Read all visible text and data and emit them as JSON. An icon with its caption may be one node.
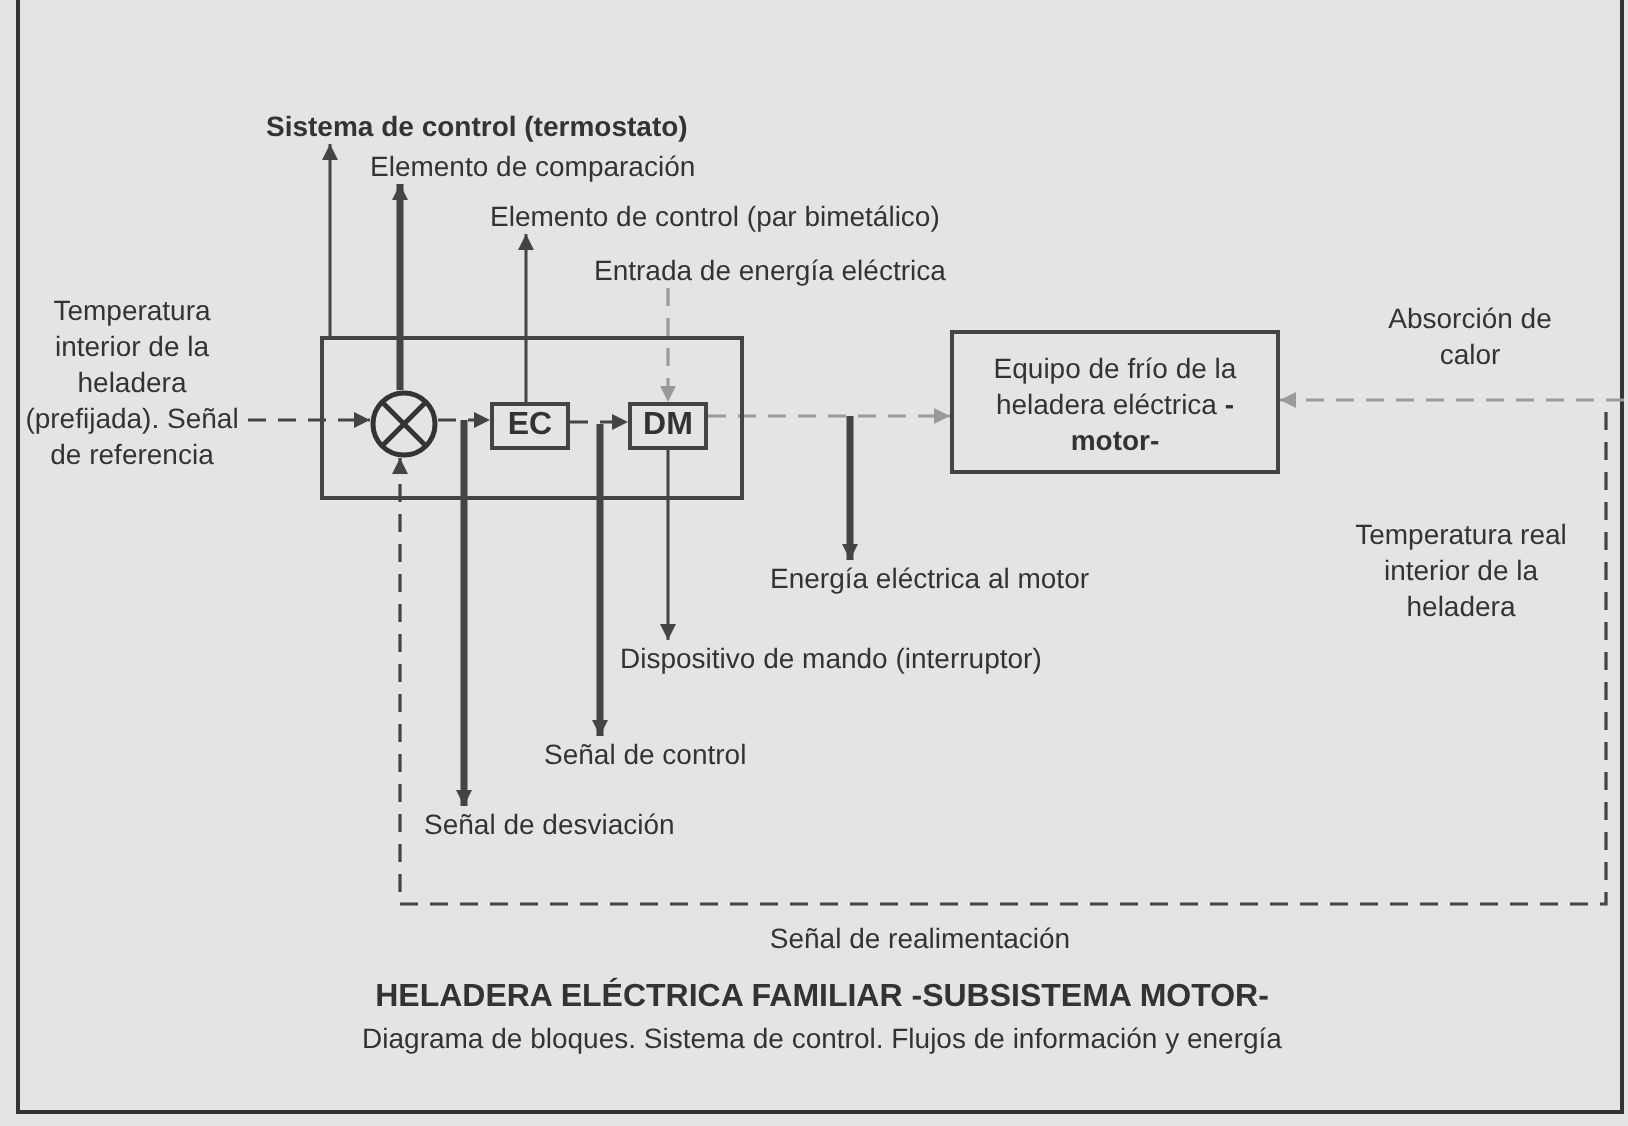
{
  "diagram": {
    "title": "HELADERA ELÉCTRICA FAMILIAR -SUBSISTEMA MOTOR-",
    "caption": "Diagrama de bloques. Sistema de control. Flujos de información y energía",
    "nodes": [
      {
        "text": [],
        "shape": "box"
      },
      {
        "text": [],
        "shape": "circle",
        "in": 0
      },
      {
        "text": [
          "EC"
        ],
        "in": 0
      },
      {
        "text": [
          "DM"
        ],
        "in": 0
      },
      {
        "text": [
          "Equipo de frío de la heladera eléctrica **-motor-**"
        ]
      },
      {
        "text": [
          "Sistema de control (termostato)"
        ]
      },
      {
        "text": [
          "Elemento de comparación"
        ]
      },
      {
        "text": [
          "Elemento de control (par bimetálico)"
        ]
      },
      {
        "text": [
          "Entrada de energía eléctrica"
        ]
      },
      {
        "text": [
          "Temperatura interior de la heladera (prefijada). Señal de referencia"
        ]
      },
      {
        "text": [
          "Energía eléctrica al motor"
        ]
      },
      {
        "text": [
          "Dispositivo de mando (interruptor)"
        ]
      },
      {
        "text": [
          "Señal de control"
        ]
      },
      {
        "text": [
          "Señal de desviación"
        ]
      }
    ],
    "edges": [
      {
        "from": 0,
        "to": 5,
        "arrow": "to"
      },
      {
        "from": 1,
        "to": 6,
        "arrow": "to",
        "style": "thick"
      },
      {
        "from": 2,
        "to": 7,
        "arrow": "to"
      },
      {
        "from": 8,
        "to": 3,
        "arrow": "to",
        "style": "dashed",
        "color": "#9a9a9a"
      },
      {
        "from": 9,
        "to": 1,
        "arrow": "to",
        "style": "dashed"
      },
      {
        "from": 1,
        "to": 2,
        "arrow": "to",
        "style": "dashed"
      },
      {
        "from": 2,
        "to": 3,
        "arrow": "to",
        "style": "dashed"
      },
      {
        "from": 3,
        "to": 4,
        "arrow": "to",
        "style": "dashed",
        "color": "#9a9a9a"
      },
      {
        "from": null,
        "to": 4,
        "arrow": "to",
        "style": "dashed",
        "color": "#9a9a9a"
      },
      {
        "from": null,
        "to": 10,
        "arrow": "to",
        "style": "thick"
      },
      {
        "from": 3,
        "to": 11,
        "arrow": "to"
      },
      {
        "from": null,
        "to": 12,
        "arrow": "to",
        "style": "thick"
      },
      {
        "from": null,
        "to": 13,
        "arrow": "to",
        "style": "thick"
      },
      {
        "from": null,
        "to": 1,
        "arrow": "to",
        "style": "dashed",
        "label": "Señal de realimentación"
      }
    ],
    "labels": [
      "Absorción de calor",
      "Temperatura real interior de la heladera"
    ]
  }
}
